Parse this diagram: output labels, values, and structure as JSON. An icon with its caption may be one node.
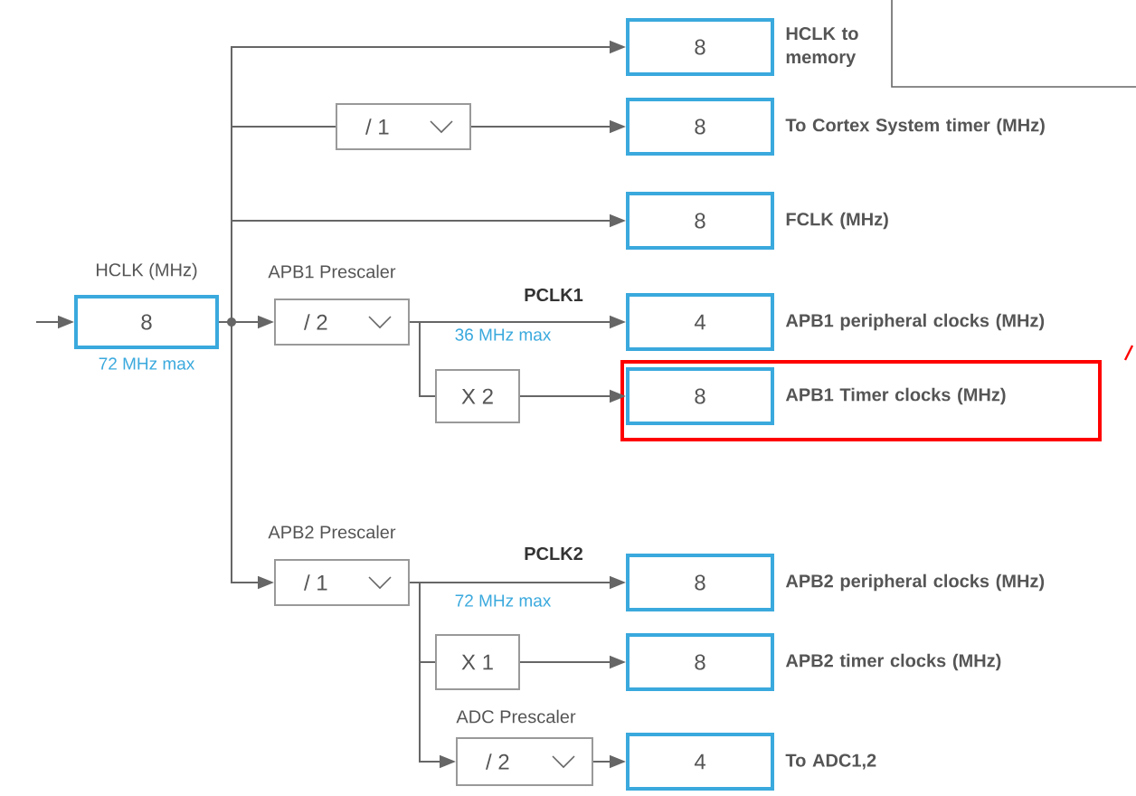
{
  "diagram": {
    "nodes": [
      {
        "text": [
          "HCLK (MHz)",
          "8"
        ],
        "beside": [
          "72 MHz max"
        ]
      },
      {
        "text": [
          "/ 1"
        ]
      },
      {
        "text": [
          "APB1 Prescaler",
          "/ 2"
        ]
      },
      {
        "text": [
          "X 2"
        ]
      },
      {
        "text": [
          "APB2 Prescaler",
          "/ 1"
        ]
      },
      {
        "text": [
          "X 1"
        ]
      },
      {
        "text": [
          "ADC Prescaler",
          "/ 2"
        ]
      },
      {
        "text": [
          "8"
        ],
        "beside": [
          "HCLK to memory"
        ]
      },
      {
        "text": [
          "8"
        ],
        "beside": [
          "To Cortex System timer (MHz)"
        ]
      },
      {
        "text": [
          "8"
        ],
        "beside": [
          "FCLK (MHz)"
        ]
      },
      {
        "text": [
          "4"
        ],
        "beside": [
          "APB1 peripheral clocks (MHz)"
        ]
      },
      {
        "text": [
          "8"
        ],
        "beside": [
          "APB1 Timer clocks (MHz)"
        ]
      },
      {
        "text": [
          "8"
        ],
        "beside": [
          "APB2 peripheral clocks (MHz)"
        ]
      },
      {
        "text": [
          "8"
        ],
        "beside": [
          "APB2 timer clocks (MHz)"
        ]
      },
      {
        "text": [
          "4"
        ],
        "beside": [
          "To ADC1,2"
        ]
      }
    ],
    "edges": [
      {
        "from": null,
        "to": 0,
        "arrow": "to"
      },
      {
        "from": 0,
        "to": 7,
        "arrow": "to"
      },
      {
        "from": 0,
        "to": 1,
        "arrow": "none"
      },
      {
        "from": 0,
        "to": 9,
        "arrow": "to"
      },
      {
        "from": 0,
        "to": 2,
        "arrow": "to"
      },
      {
        "from": 0,
        "to": 4,
        "arrow": "to"
      },
      {
        "from": 1,
        "to": 8,
        "arrow": "to"
      },
      {
        "from": 2,
        "to": 10,
        "arrow": "to",
        "label": "PCLK1"
      },
      {
        "from": 2,
        "to": 3,
        "arrow": "none"
      },
      {
        "from": 3,
        "to": 11,
        "arrow": "to"
      },
      {
        "from": 4,
        "to": 12,
        "arrow": "to",
        "label": "PCLK2"
      },
      {
        "from": 4,
        "to": 5,
        "arrow": "none"
      },
      {
        "from": 4,
        "to": 6,
        "arrow": "to"
      },
      {
        "from": 5,
        "to": 13,
        "arrow": "to"
      },
      {
        "from": 6,
        "to": 14,
        "arrow": "to"
      }
    ],
    "labels": [
      "36 MHz max",
      "72 MHz max"
    ]
  }
}
